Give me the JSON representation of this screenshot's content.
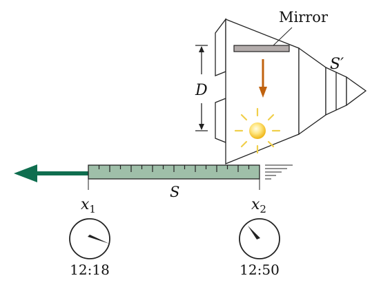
{
  "labels": {
    "mirror": "Mirror",
    "frame_moving": "S′",
    "frame_ground": "S",
    "distance": "D",
    "x1_base": "x",
    "x1_sub": "1",
    "x2_base": "x",
    "x2_sub": "2"
  },
  "clocks": {
    "left_time": "12:18",
    "right_time": "12:50"
  },
  "colors": {
    "ruler_fill": "#9fbfa9",
    "arrow": "#0f6e4f",
    "mirror": "#b3acab",
    "light_ray": "#c0620e",
    "bulb": "#f5c518",
    "bulb_rays": "#f0cf4a"
  }
}
